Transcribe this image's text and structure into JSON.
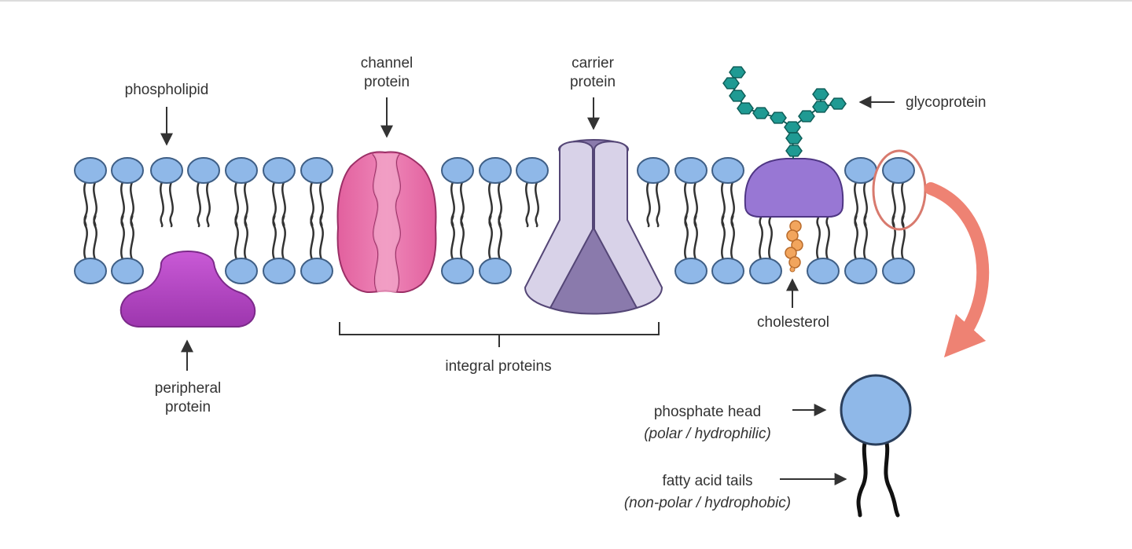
{
  "labels": {
    "phospholipid": "phospholipid",
    "channel_protein": [
      "channel",
      "protein"
    ],
    "carrier_protein": [
      "carrier",
      "protein"
    ],
    "glycoprotein": "glycoprotein",
    "peripheral_protein": [
      "peripheral",
      "protein"
    ],
    "integral_proteins": "integral proteins",
    "cholesterol": "cholesterol",
    "phosphate_head": "phosphate head",
    "phosphate_head_note": "(polar / hydrophilic)",
    "fatty_acid_tails": "fatty acid tails",
    "fatty_acid_tails_note": "(non-polar / hydrophobic)"
  },
  "colors": {
    "head_fill": "#8fb8e8",
    "head_stroke": "#3f5f86",
    "tail": "#333333",
    "peripheral": "#b545c4",
    "channel": "#e66aa5",
    "channel_inner": "#f2a6c8",
    "carrier": "#d3cde4",
    "carrier_dark": "#8a7aac",
    "glyco_base": "#9877d4",
    "glyco_chain": "#1f9a93",
    "cholesterol": "#f2a55d",
    "highlight": "#d87a6e",
    "big_arrow": "#ee8273"
  },
  "icons": {
    "phospholipid": "phospholipid-icon",
    "peripheral": "peripheral-protein-shape",
    "channel": "channel-protein-shape",
    "carrier": "carrier-protein-shape",
    "glycoprotein": "glycoprotein-shape",
    "cholesterol": "cholesterol-shape"
  }
}
